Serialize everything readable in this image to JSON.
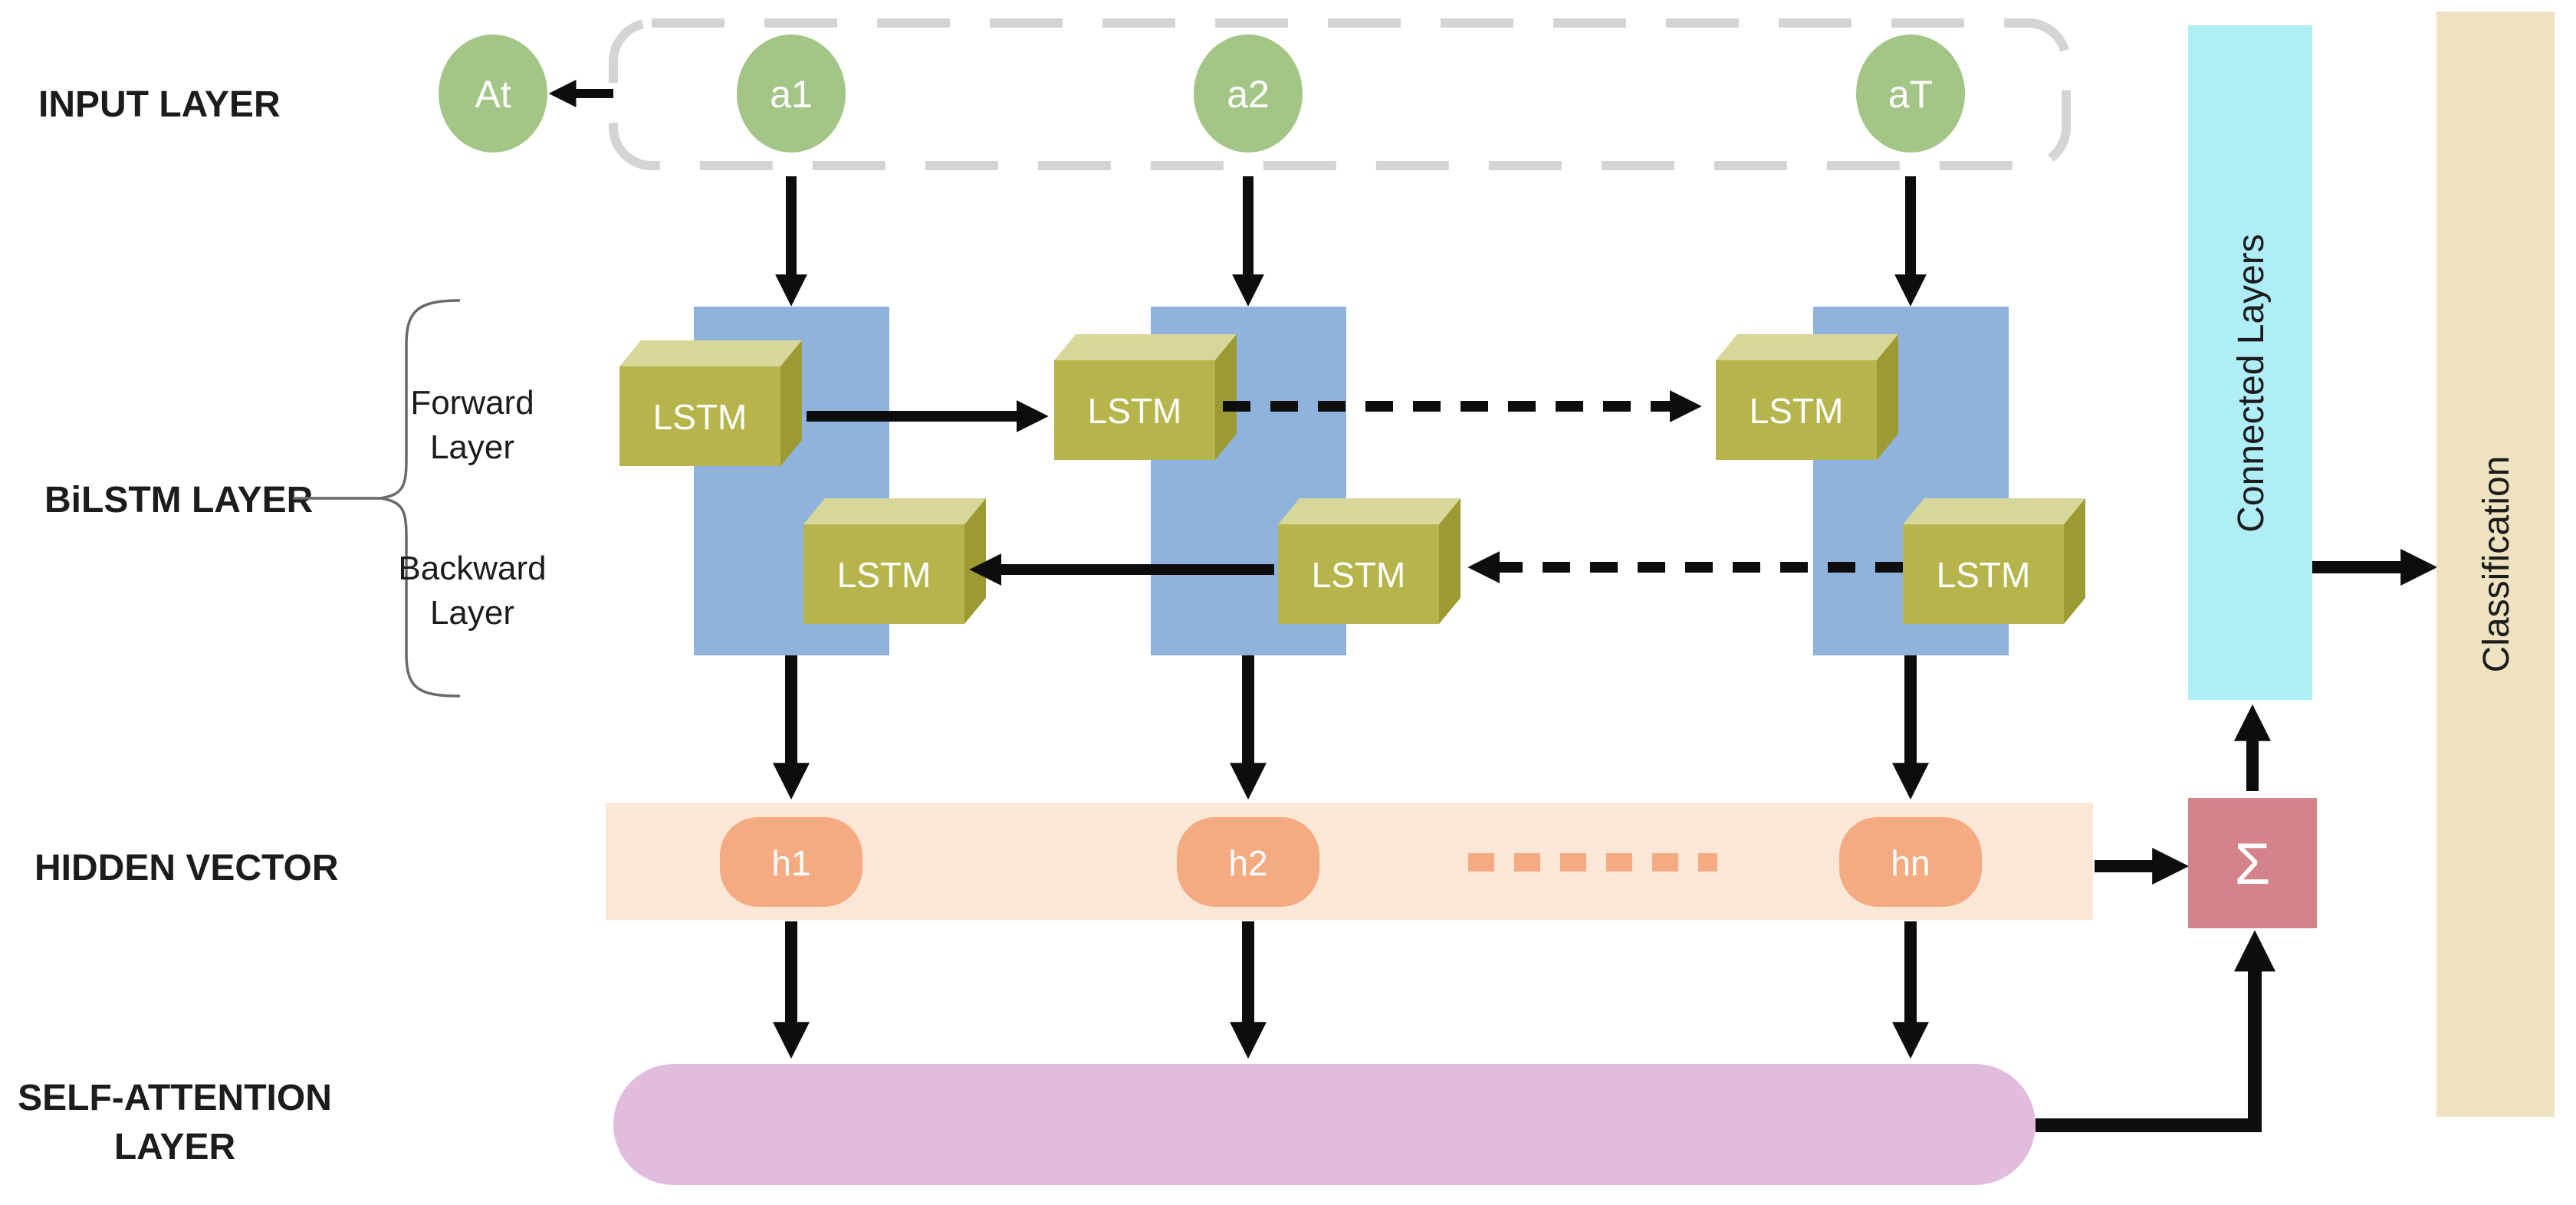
{
  "labels": {
    "input_layer": "INPUT LAYER",
    "bilstm_layer": "BiLSTM LAYER",
    "hidden_vector": "HIDDEN VECTOR",
    "self_attention_line1": "SELF-ATTENTION",
    "self_attention_line2": "LAYER",
    "forward_line1": "Forward",
    "forward_line2": "Layer",
    "backward_line1": "Backward",
    "backward_line2": "Layer"
  },
  "input_layer": {
    "external_node": "At",
    "nodes": [
      "a1",
      "a2",
      "aT"
    ]
  },
  "bilstm": {
    "cell_label": "LSTM"
  },
  "hidden_vector": {
    "nodes": [
      "h1",
      "h2",
      "hn"
    ]
  },
  "aggregation": {
    "sum_symbol": "Σ"
  },
  "output_layers": {
    "connected": "Connected Layers",
    "classification": "Classification"
  },
  "colors": {
    "node_green": "#a3c585",
    "column_blue": "#8fb3dc",
    "lstm_front": "#b6b54c",
    "lstm_top": "#d8d79a",
    "lstm_side": "#9c9b33",
    "hidden_band": "#fbe7d8",
    "hidden_pill": "#f4ab81",
    "attention_purple": "#e1bcdd",
    "connected_cyan": "#afeef6",
    "classification_tan": "#eee2c1",
    "sum_rose": "#d5838a",
    "arrow_black": "#0d0d0d",
    "frame_gray": "#d4d4d4"
  }
}
